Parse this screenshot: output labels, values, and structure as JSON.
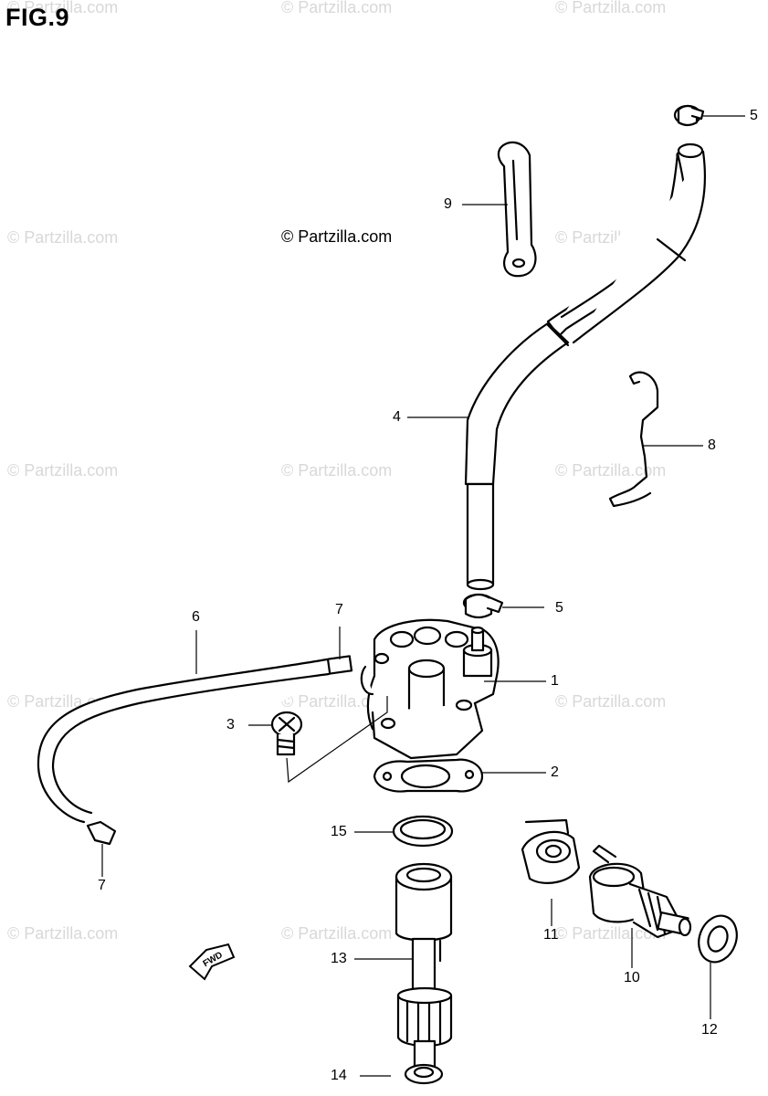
{
  "figure": {
    "title": "FIG.9",
    "copyright": "© Partzilla.com",
    "watermark": "© Partzilla.com"
  },
  "callouts": [
    {
      "id": "c1",
      "label": "1"
    },
    {
      "id": "c2",
      "label": "2"
    },
    {
      "id": "c3",
      "label": "3"
    },
    {
      "id": "c4",
      "label": "4"
    },
    {
      "id": "c5a",
      "label": "5"
    },
    {
      "id": "c5b",
      "label": "5"
    },
    {
      "id": "c6",
      "label": "6"
    },
    {
      "id": "c7a",
      "label": "7"
    },
    {
      "id": "c7b",
      "label": "7"
    },
    {
      "id": "c8",
      "label": "8"
    },
    {
      "id": "c9",
      "label": "9"
    },
    {
      "id": "c10",
      "label": "10"
    },
    {
      "id": "c11",
      "label": "11"
    },
    {
      "id": "c12",
      "label": "12"
    },
    {
      "id": "c13",
      "label": "13"
    },
    {
      "id": "c14",
      "label": "14"
    },
    {
      "id": "c15",
      "label": "15"
    }
  ],
  "fwd_label": "FWD"
}
